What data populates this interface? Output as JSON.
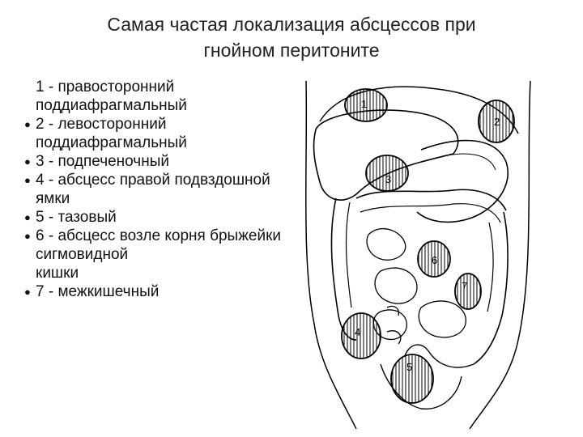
{
  "title_line1": "Самая частая локализация абсцессов при",
  "title_line2": "гнойном перитоните",
  "bullet_glyph": "●",
  "items": [
    {
      "lines": [
        "1 - правосторонний",
        "поддиафрагмальный"
      ]
    },
    {
      "lines": [
        "2 - левосторонний",
        "поддиафрагмальный"
      ]
    },
    {
      "lines": [
        "3 - подпеченочный"
      ]
    },
    {
      "lines": [
        "4 - абсцесс правой подвздошной",
        "ямки"
      ]
    },
    {
      "lines": [
        "5 - тазовый"
      ]
    },
    {
      "lines": [
        "6 - абсцесс возле корня брыжейки",
        "сигмовидной",
        "кишки"
      ]
    },
    {
      "lines": [
        "7 - межкишечный"
      ]
    }
  ],
  "abscess_labels": [
    "1",
    "2",
    "3",
    "4",
    "5",
    "6",
    "7"
  ]
}
